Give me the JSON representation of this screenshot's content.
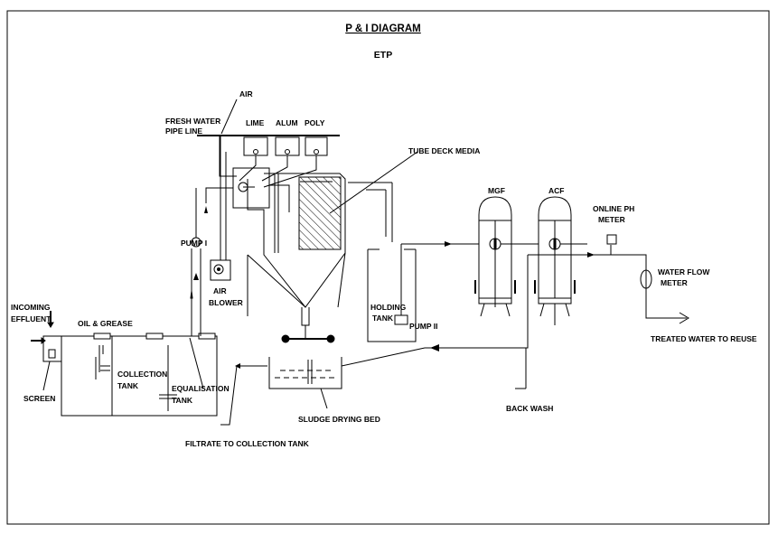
{
  "title": "P & I DIAGRAM",
  "subtitle": "ETP",
  "labels": {
    "air": "AIR",
    "fresh_water_1": "FRESH WATER",
    "fresh_water_2": "PIPE LINE",
    "lime": "LIME",
    "alum": "ALUM",
    "poly": "POLY",
    "tube_deck_media": "TUBE DECK MEDIA",
    "mgf": "MGF",
    "acf": "ACF",
    "online_ph_1": "ONLINE PH",
    "online_ph_2": "METER",
    "water_flow_1": "WATER FLOW",
    "water_flow_2": "METER",
    "treated_water": "TREATED WATER TO REUSE",
    "pump_i": "PUMP I",
    "air_blower_1": "AIR",
    "air_blower_2": "BLOWER",
    "holding_tank_1": "HOLDING",
    "holding_tank_2": "TANK",
    "pump_ii": "PUMP II",
    "incoming_1": "INCOMING",
    "incoming_2": "EFFLUENT",
    "oil_grease": "OIL & GREASE",
    "collection_tank_1": "COLLECTION",
    "collection_tank_2": "TANK",
    "equalisation_1": "EQUALISATION",
    "equalisation_2": "TANK",
    "screen": "SCREEN",
    "sludge_drying_bed": "SLUDGE DRYING BED",
    "back_wash": "BACK WASH",
    "filtrate": "FILTRATE TO COLLECTION TANK"
  }
}
